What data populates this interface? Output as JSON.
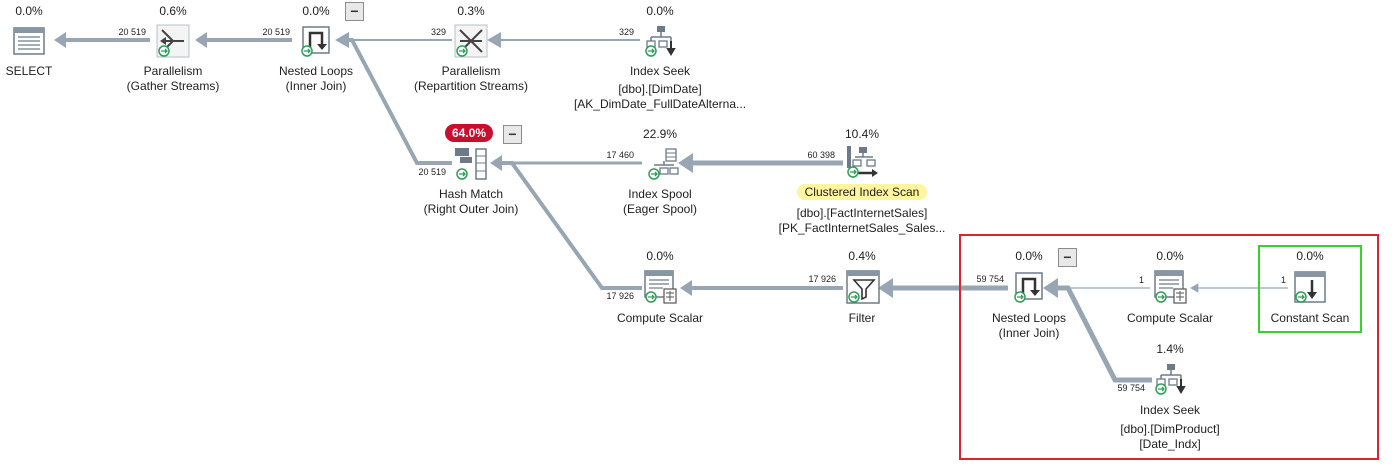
{
  "colors": {
    "arrow": "#98a6b3",
    "hot_badge": "#c8102e",
    "highlight": "#fff59e",
    "red_box": "#d9262e",
    "green_box": "#3ad12f",
    "collapse_button": "#e8e8e8"
  },
  "collapse_symbol": "−",
  "nodes": {
    "select": {
      "pct": "0.0%",
      "line1": "SELECT",
      "icon": "select-icon"
    },
    "gather": {
      "pct": "0.6%",
      "line1": "Parallelism",
      "line2": "(Gather Streams)",
      "icon": "parallelism-gather-icon"
    },
    "nl1": {
      "pct": "0.0%",
      "line1": "Nested Loops",
      "line2": "(Inner Join)",
      "icon": "nested-loops-icon"
    },
    "repart": {
      "pct": "0.3%",
      "line1": "Parallelism",
      "line2": "(Repartition Streams)",
      "icon": "parallelism-repartition-icon"
    },
    "seek1": {
      "pct": "0.0%",
      "line1": "Index Seek",
      "line2": "[dbo].[DimDate]",
      "line3": "[AK_DimDate_FullDateAlterna...",
      "icon": "index-seek-icon"
    },
    "hash": {
      "pct": "64.0%",
      "line1": "Hash Match",
      "line2": "(Right Outer Join)",
      "icon": "hash-match-icon"
    },
    "spool": {
      "pct": "22.9%",
      "line1": "Index Spool",
      "line2": "(Eager Spool)",
      "icon": "index-spool-icon"
    },
    "cis": {
      "pct": "10.4%",
      "line1": "Clustered Index Scan",
      "line2": "[dbo].[FactInternetSales]",
      "line3": "[PK_FactInternetSales_Sales...",
      "icon": "clustered-index-scan-icon"
    },
    "cs1": {
      "pct": "0.0%",
      "line1": "Compute Scalar",
      "icon": "compute-scalar-icon"
    },
    "filter": {
      "pct": "0.4%",
      "line1": "Filter",
      "icon": "filter-icon"
    },
    "nl2": {
      "pct": "0.0%",
      "line1": "Nested Loops",
      "line2": "(Inner Join)",
      "icon": "nested-loops-icon"
    },
    "cs2": {
      "pct": "0.0%",
      "line1": "Compute Scalar",
      "icon": "compute-scalar-icon"
    },
    "const": {
      "pct": "0.0%",
      "line1": "Constant Scan",
      "icon": "constant-scan-icon"
    },
    "seek2": {
      "pct": "1.4%",
      "line1": "Index Seek",
      "line2": "[dbo].[DimProduct]",
      "line3": "[Date_Indx]",
      "icon": "index-seek-icon"
    }
  },
  "rows": {
    "gather_to_select": "20 519",
    "nl1_to_gather": "20 519",
    "repart_to_nl1": "329",
    "seek1_to_repart": "329",
    "hash_to_nl1": "20 519",
    "spool_to_hash": "17 460",
    "cis_to_spool": "60 398",
    "cs1_to_hash": "17 926",
    "filter_to_cs1": "17 926",
    "nl2_to_filter": "59 754",
    "cs2_to_nl2": "1",
    "const_to_cs2": "1",
    "seek2_to_nl2": "59 754"
  }
}
